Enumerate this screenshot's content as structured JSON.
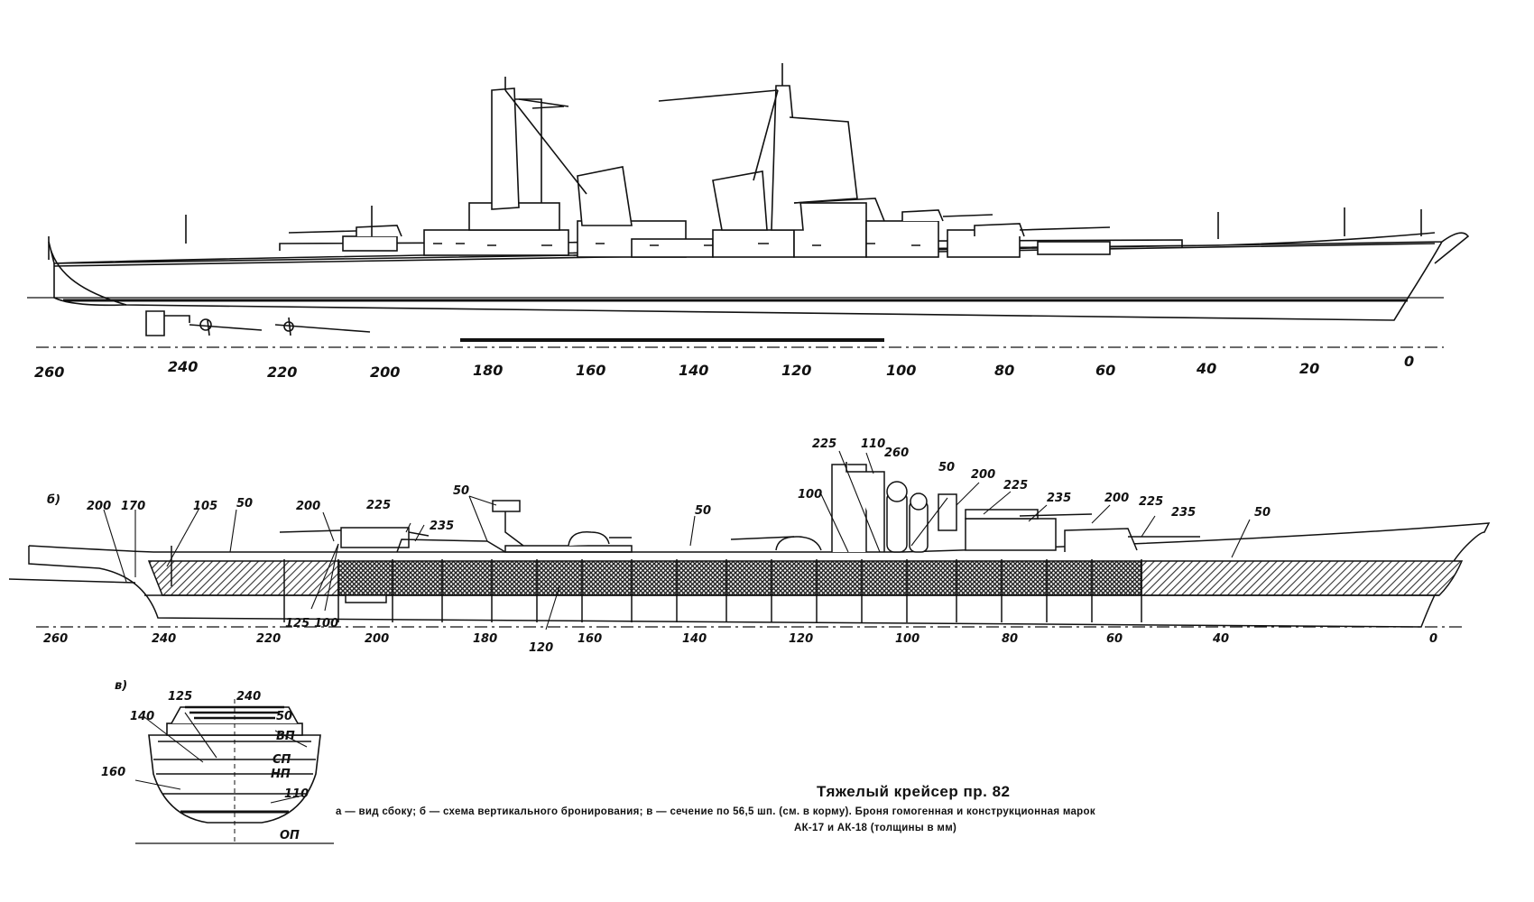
{
  "profile": {
    "ticks": [
      "260",
      "240",
      "220",
      "200",
      "180",
      "160",
      "140",
      "120",
      "100",
      "80",
      "60",
      "40",
      "20",
      "0"
    ]
  },
  "armor_scheme": {
    "panel_letter": "б)",
    "ticks": [
      "260",
      "240",
      "220",
      "200",
      "180",
      "160",
      "140",
      "120",
      "100",
      "80",
      "60",
      "40",
      "",
      "0"
    ],
    "labels": {
      "a200": "200",
      "a170": "170",
      "a105": "105",
      "a50l": "50",
      "a200b": "200",
      "a225a": "225",
      "a235a": "235",
      "a50m": "50",
      "a50c": "50",
      "a225t": "225",
      "a110": "110",
      "a260": "260",
      "a100t": "100",
      "a50r": "50",
      "a200c": "200",
      "a225r": "225",
      "a235b": "235",
      "a200d": "200",
      "a225e": "225",
      "a235c": "235",
      "a50e": "50",
      "a125": "125",
      "a100b": "100",
      "a120": "120"
    }
  },
  "section": {
    "panel_letter": "в)",
    "labels": {
      "s125": "125",
      "s240": "240",
      "s140": "140",
      "s50": "50",
      "s160": "160",
      "s110": "110",
      "vp": "ВП",
      "sp": "СП",
      "np": "НП",
      "op": "ОП"
    }
  },
  "caption": {
    "title": "Тяжелый крейсер пр. 82",
    "line1": "а — вид сбоку; б — схема вертикального бронирования; в — сечение по 56,5 шп. (см. в корму). Броня гомогенная и конструкционная марок",
    "line2": "АК-17 и АК-18 (толщины в мм)"
  }
}
